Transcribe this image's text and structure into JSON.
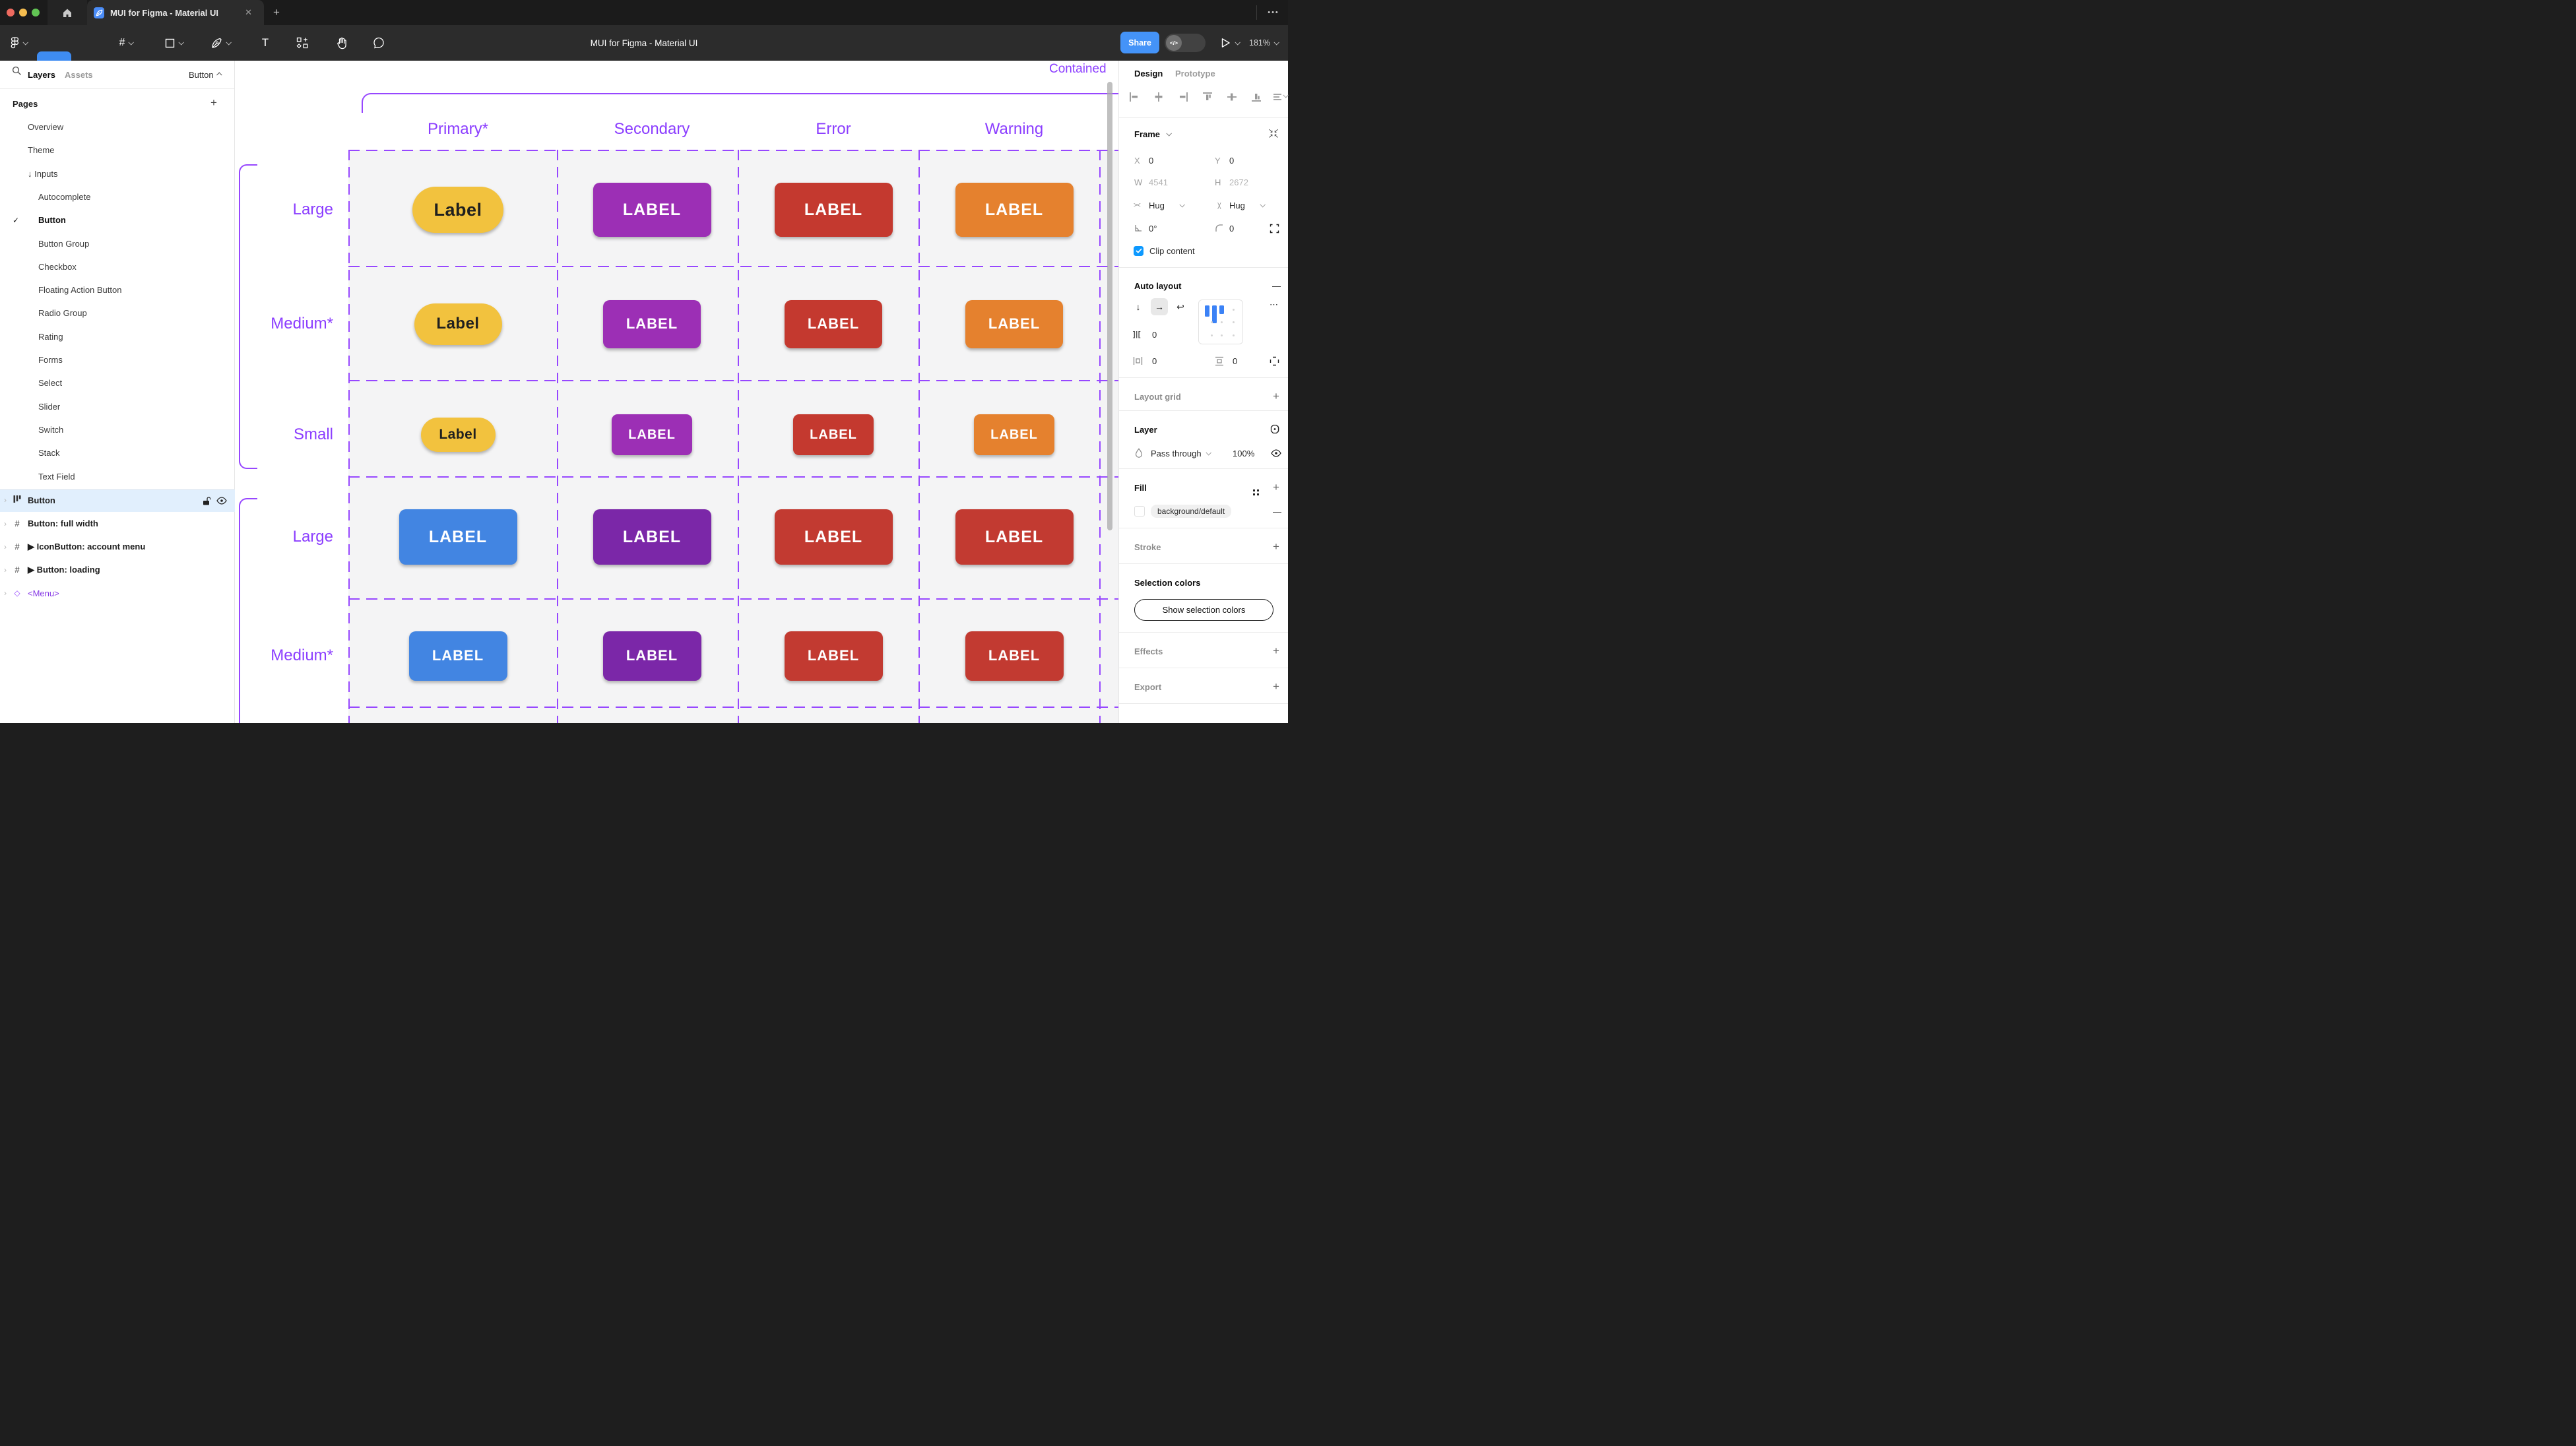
{
  "window": {
    "tab_title": "MUI for Figma - Material UI",
    "close_glyph": "✕",
    "new_tab_glyph": "+",
    "more_glyph": "•••",
    "traffic_lights": [
      "#EE6A5F",
      "#F5BD4F",
      "#62C554"
    ]
  },
  "toolbar": {
    "title": "MUI for Figma - Material UI",
    "share_label": "Share",
    "dev_toggle_glyph": "</>",
    "zoom_level": "181%"
  },
  "sidebar": {
    "layers_tab": "Layers",
    "assets_tab": "Assets",
    "selector_label": "Button",
    "pages_header": "Pages",
    "pages_add_glyph": "+",
    "active_check_glyph": "✓",
    "pages": [
      {
        "label": "Overview",
        "level": 0,
        "active": false
      },
      {
        "label": "Theme",
        "level": 0,
        "active": false
      },
      {
        "label": "↓ Inputs",
        "level": 0,
        "active": false
      },
      {
        "label": "Autocomplete",
        "level": 1,
        "active": false
      },
      {
        "label": "Button",
        "level": 1,
        "active": true
      },
      {
        "label": "Button Group",
        "level": 1,
        "active": false
      },
      {
        "label": "Checkbox",
        "level": 1,
        "active": false
      },
      {
        "label": "Floating Action Button",
        "level": 1,
        "active": false
      },
      {
        "label": "Radio Group",
        "level": 1,
        "active": false
      },
      {
        "label": "Rating",
        "level": 1,
        "active": false
      },
      {
        "label": "Forms",
        "level": 1,
        "active": false
      },
      {
        "label": "Select",
        "level": 1,
        "active": false
      },
      {
        "label": "Slider",
        "level": 1,
        "active": false
      },
      {
        "label": "Switch",
        "level": 1,
        "active": false
      },
      {
        "label": "Stack",
        "level": 1,
        "active": false
      },
      {
        "label": "Text Field",
        "level": 1,
        "active": false
      }
    ],
    "layers": [
      {
        "label": "Button",
        "icon": "auto-layout",
        "selected": true,
        "bold": true,
        "color": "#1E1E1E"
      },
      {
        "label": "Button: full width",
        "icon": "frame",
        "selected": false,
        "bold": true,
        "color": "#1E1E1E"
      },
      {
        "label": "▶ IconButton: account menu",
        "icon": "frame",
        "selected": false,
        "bold": true,
        "color": "#1E1E1E"
      },
      {
        "label": "▶ Button: loading",
        "icon": "frame",
        "selected": false,
        "bold": true,
        "color": "#1E1E1E"
      },
      {
        "label": "<Menu>",
        "icon": "component",
        "selected": false,
        "bold": false,
        "color": "#8638E5"
      }
    ]
  },
  "canvas": {
    "frame_title": "Contained",
    "column_headers": [
      "Primary*",
      "Secondary",
      "Error",
      "Warning"
    ],
    "row_labels": [
      "Large",
      "Medium*",
      "Small",
      "Large",
      "Medium*"
    ],
    "accent_purple": "#9747FF",
    "cell_background": "#F4F4F5",
    "buttons": [
      {
        "row": 0,
        "col": 0,
        "label": "Label",
        "bg": "#F2C23E",
        "fg": "#1F1F1F",
        "pill": true
      },
      {
        "row": 0,
        "col": 1,
        "label": "LABEL",
        "bg": "#9C2FB5",
        "fg": "#FFFFFF",
        "pill": false
      },
      {
        "row": 0,
        "col": 2,
        "label": "LABEL",
        "bg": "#C4392F",
        "fg": "#FFFFFF",
        "pill": false
      },
      {
        "row": 0,
        "col": 3,
        "label": "LABEL",
        "bg": "#E5812E",
        "fg": "#FFFFFF",
        "pill": false
      },
      {
        "row": 1,
        "col": 0,
        "label": "Label",
        "bg": "#F2C23E",
        "fg": "#1F1F1F",
        "pill": true
      },
      {
        "row": 1,
        "col": 1,
        "label": "LABEL",
        "bg": "#9C2FB5",
        "fg": "#FFFFFF",
        "pill": false
      },
      {
        "row": 1,
        "col": 2,
        "label": "LABEL",
        "bg": "#C4392F",
        "fg": "#FFFFFF",
        "pill": false
      },
      {
        "row": 1,
        "col": 3,
        "label": "LABEL",
        "bg": "#E5812E",
        "fg": "#FFFFFF",
        "pill": false
      },
      {
        "row": 2,
        "col": 0,
        "label": "Label",
        "bg": "#F2C23E",
        "fg": "#1F1F1F",
        "pill": true
      },
      {
        "row": 2,
        "col": 1,
        "label": "LABEL",
        "bg": "#9C2FB5",
        "fg": "#FFFFFF",
        "pill": false
      },
      {
        "row": 2,
        "col": 2,
        "label": "LABEL",
        "bg": "#C4392F",
        "fg": "#FFFFFF",
        "pill": false
      },
      {
        "row": 2,
        "col": 3,
        "label": "LABEL",
        "bg": "#E5812E",
        "fg": "#FFFFFF",
        "pill": false
      },
      {
        "row": 3,
        "col": 0,
        "label": "LABEL",
        "bg": "#4285E2",
        "fg": "#FFFFFF",
        "pill": false
      },
      {
        "row": 3,
        "col": 1,
        "label": "LABEL",
        "bg": "#7B27A8",
        "fg": "#FFFFFF",
        "pill": false
      },
      {
        "row": 3,
        "col": 2,
        "label": "LABEL",
        "bg": "#C23A31",
        "fg": "#FFFFFF",
        "pill": false
      },
      {
        "row": 3,
        "col": 3,
        "label": "LABEL",
        "bg": "#C23A31",
        "fg": "#FFFFFF",
        "pill": false
      },
      {
        "row": 4,
        "col": 0,
        "label": "LABEL",
        "bg": "#4285E2",
        "fg": "#FFFFFF",
        "pill": false
      },
      {
        "row": 4,
        "col": 1,
        "label": "LABEL",
        "bg": "#7B27A8",
        "fg": "#FFFFFF",
        "pill": false
      },
      {
        "row": 4,
        "col": 2,
        "label": "LABEL",
        "bg": "#C23A31",
        "fg": "#FFFFFF",
        "pill": false
      },
      {
        "row": 4,
        "col": 3,
        "label": "LABEL",
        "bg": "#C23A31",
        "fg": "#FFFFFF",
        "pill": false
      }
    ]
  },
  "inspector": {
    "design_tab": "Design",
    "prototype_tab": "Prototype",
    "frame": {
      "title": "Frame",
      "x_label": "X",
      "x_value": "0",
      "y_label": "Y",
      "y_value": "0",
      "w_label": "W",
      "w_value": "4541",
      "h_label": "H",
      "h_value": "2672",
      "hug_h": "Hug",
      "hug_v": "Hug",
      "rotation": "0°",
      "corner_radius": "0",
      "clip_label": "Clip content"
    },
    "auto_layout": {
      "title": "Auto layout",
      "remove_glyph": "—",
      "direction_down": "↓",
      "direction_right": "→",
      "wrap": "↩",
      "gap_value": "0",
      "pad_h_value": "0",
      "pad_v_value": "0",
      "more_glyph": "⋯"
    },
    "layout_grid_title": "Layout grid",
    "layer": {
      "title": "Layer",
      "blend_mode": "Pass through",
      "opacity": "100%"
    },
    "fill": {
      "title": "Fill",
      "token": "background/default",
      "remove_glyph": "—"
    },
    "stroke_title": "Stroke",
    "selection_colors": {
      "title": "Selection colors",
      "button_label": "Show selection colors"
    },
    "effects_title": "Effects",
    "export_title": "Export",
    "add_glyph": "+"
  }
}
